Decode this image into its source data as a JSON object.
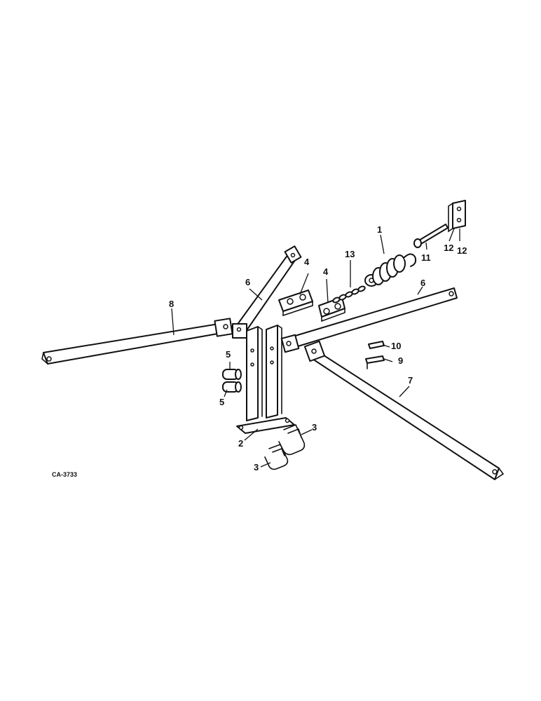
{
  "diagram": {
    "drawing_code": "CA-3733",
    "callouts": {
      "c1": "1",
      "c2": "2",
      "c3a": "3",
      "c3b": "3",
      "c4a": "4",
      "c4b": "4",
      "c5a": "5",
      "c5b": "5",
      "c6a": "6",
      "c6b": "6",
      "c7": "7",
      "c8": "8",
      "c9": "9",
      "c10": "10",
      "c11": "11",
      "c12a": "12",
      "c12b": "12",
      "c13": "13"
    },
    "colors": {
      "ink": "#111111",
      "paper": "#ffffff"
    }
  }
}
